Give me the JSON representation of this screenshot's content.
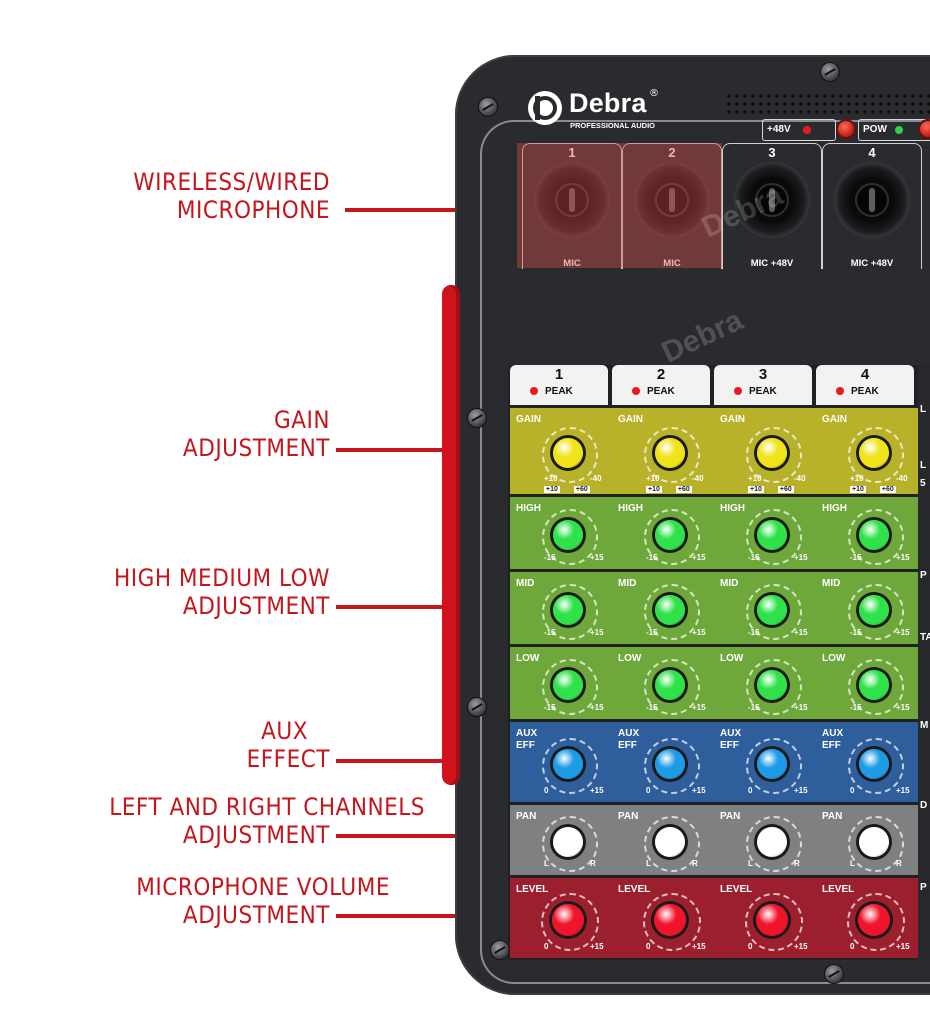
{
  "brand": {
    "name": "Debra",
    "registered": "®",
    "subtitle": "PROFESSIONAL AUDIO"
  },
  "indicators": {
    "phantom": "+48V",
    "power": "POW"
  },
  "inputs": [
    {
      "number": "1",
      "label": "MIC"
    },
    {
      "number": "2",
      "label": "MIC"
    },
    {
      "number": "3",
      "label": "MIC +48V"
    },
    {
      "number": "4",
      "label": "MIC +48V"
    }
  ],
  "channels": [
    {
      "number": "1",
      "peak": "PEAK"
    },
    {
      "number": "2",
      "peak": "PEAK"
    },
    {
      "number": "3",
      "peak": "PEAK"
    },
    {
      "number": "4",
      "peak": "PEAK"
    }
  ],
  "controls": {
    "gain": {
      "label": "GAIN",
      "left_scale": "+10",
      "right_scale": "-40",
      "left_sub": "+10",
      "right_sub": "+60"
    },
    "high": {
      "label": "HIGH",
      "left_scale": "-15",
      "right_scale": "+15"
    },
    "mid": {
      "label": "MID",
      "left_scale": "-15",
      "right_scale": "+15"
    },
    "low": {
      "label": "LOW",
      "left_scale": "-15",
      "right_scale": "+15"
    },
    "aux": {
      "label_line1": "AUX",
      "label_line2": "EFF",
      "left_scale": "0",
      "right_scale": "+15"
    },
    "pan": {
      "label": "PAN",
      "left_scale": "L",
      "right_scale": "R"
    },
    "level": {
      "label": "LEVEL",
      "left_scale": "0",
      "right_scale": "+15"
    }
  },
  "callouts": {
    "wireless": {
      "line1": "WIRELESS/WIRED",
      "line2": "MICROPHONE"
    },
    "gain": {
      "line1": "GAIN",
      "line2": "ADJUSTMENT"
    },
    "eq": {
      "line1": "HIGH MEDIUM LOW",
      "line2": "ADJUSTMENT"
    },
    "aux": {
      "line1": "AUX",
      "line2": "EFFECT"
    },
    "pan": {
      "line1": "LEFT AND RIGHT CHANNELS",
      "line2": "ADJUSTMENT"
    },
    "level": {
      "line1": "MICROPHONE VOLUME",
      "line2": "ADJUSTMENT"
    }
  },
  "edge_letters": [
    "L",
    "L",
    "5",
    "P",
    "TA",
    "M",
    "D",
    "P"
  ],
  "colors": {
    "callout": "#c4161c",
    "gain_band": "#b8b22a",
    "eq_band": "#6ea83a",
    "aux_band": "#2e5f9c",
    "pan_band": "#7f8082",
    "level_band": "#9c1f2e",
    "gain_knob": "#f0e31a",
    "eq_knob": "#2fe24a",
    "aux_knob": "#1e9be6",
    "pan_knob": "#ffffff",
    "level_knob": "#f0142a"
  }
}
